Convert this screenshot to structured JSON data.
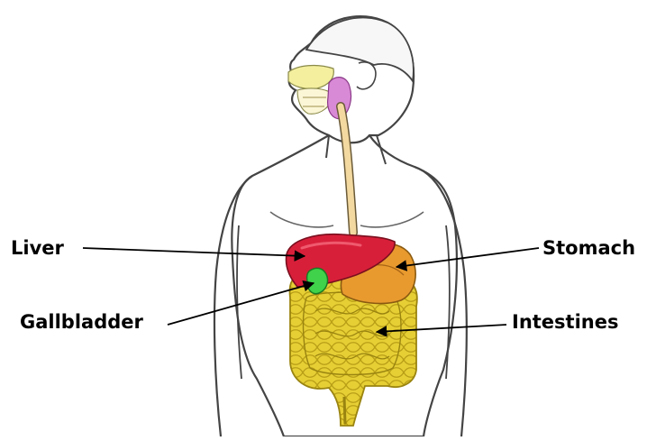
{
  "labels": {
    "liver": "Liver",
    "gallbladder": "Gallbladder",
    "stomach": "Stomach",
    "intestines": "Intestines"
  },
  "colors": {
    "outline": "#444444",
    "skin": "#ffffff",
    "liver": "#d81f3a",
    "liver_highlight": "#ef5a6e",
    "gallbladder": "#3fd24a",
    "stomach": "#e89a2e",
    "esophagus": "#f3d9a0",
    "intestines": "#e8d23a",
    "intestines_dark": "#c6b020",
    "salivary": "#d98ad6",
    "nasal": "#f3ef9e",
    "arrow": "#000000"
  }
}
